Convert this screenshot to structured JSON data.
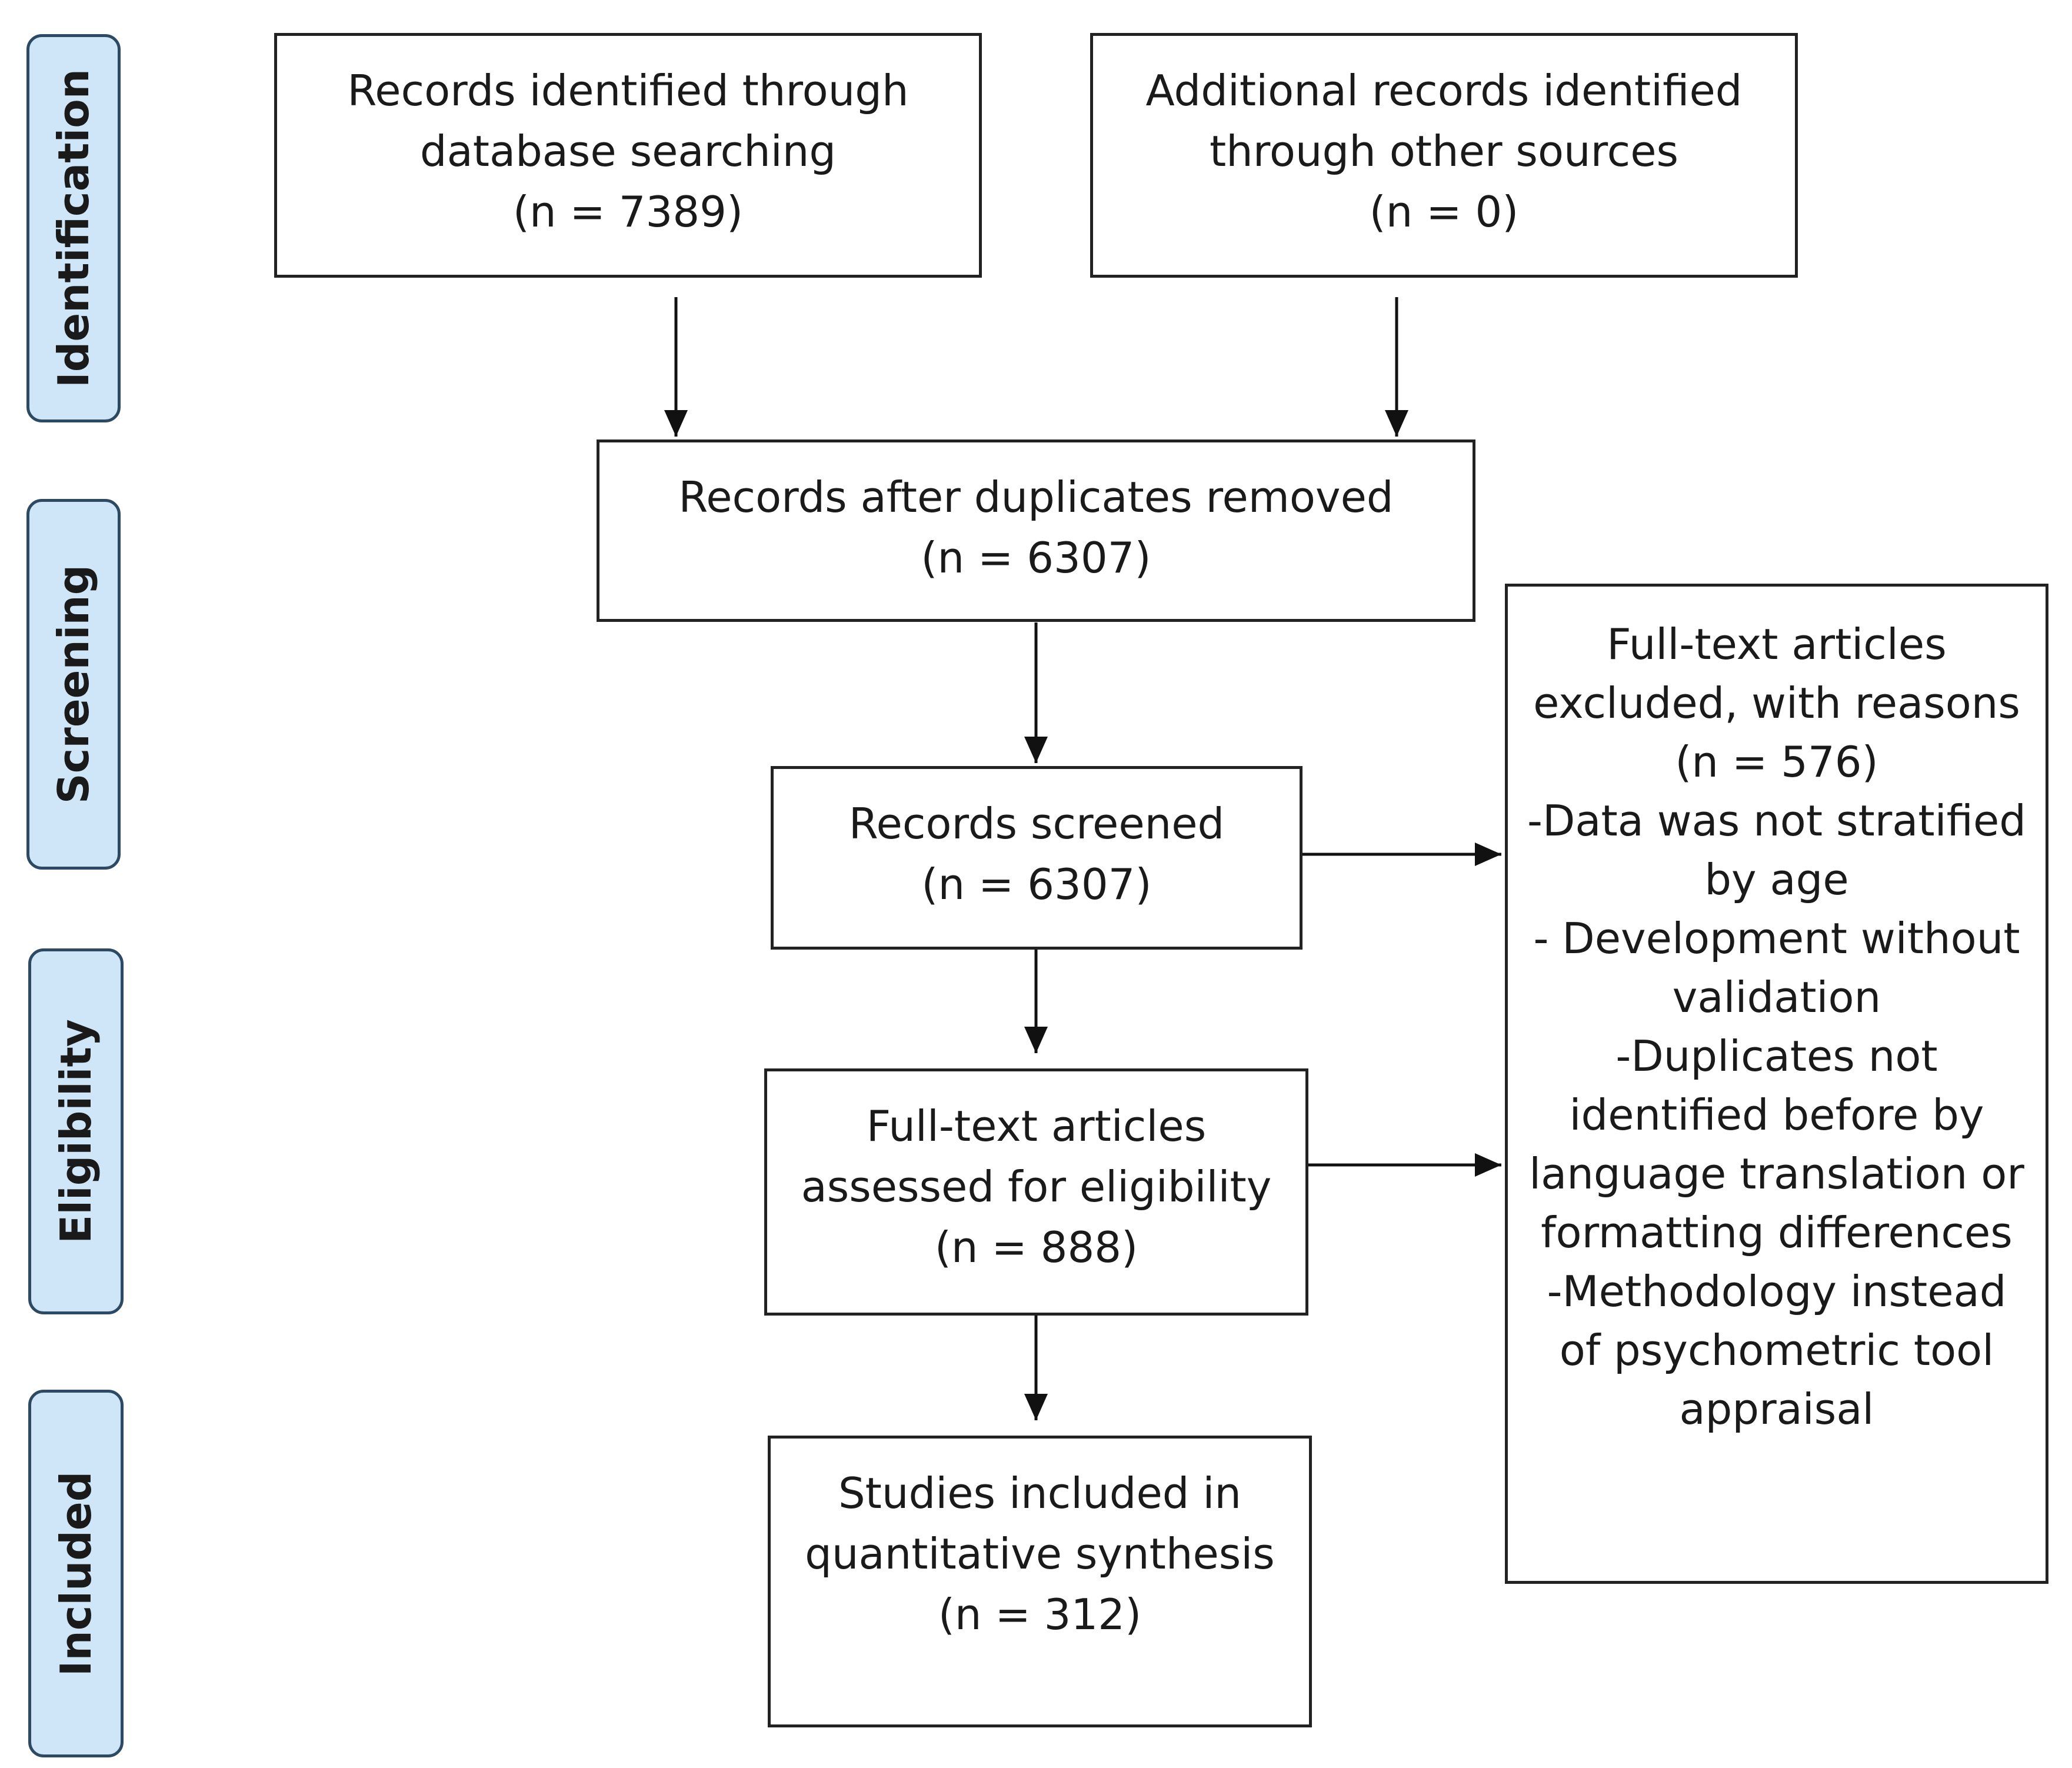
{
  "phases": {
    "identification": "Identification",
    "screening": "Screening",
    "eligibility": "Eligibility",
    "included": "Included"
  },
  "boxes": {
    "database_records": {
      "lines": [
        "Records identified through",
        "database searching",
        "(n = 7389)"
      ]
    },
    "other_sources": {
      "lines": [
        "Additional records identified",
        "through other sources",
        "(n = 0)"
      ]
    },
    "after_duplicates": {
      "lines": [
        "Records after duplicates removed",
        "(n = 6307)"
      ]
    },
    "screened": {
      "lines": [
        "Records screened",
        "(n = 6307)"
      ]
    },
    "full_text_assessed": {
      "lines": [
        "Full-text articles",
        "assessed for eligibility",
        "(n = 888)"
      ]
    },
    "included_studies": {
      "lines": [
        "Studies included in",
        "quantitative synthesis",
        "(n = 312)"
      ]
    },
    "excluded": {
      "lines": [
        "Full-text articles",
        "excluded, with reasons",
        "(n = 576)",
        "-Data was not stratified",
        "by age",
        "- Development without",
        "validation",
        "-Duplicates not",
        "identified before by",
        "language translation or",
        "formatting differences",
        "-Methodology instead",
        "of psychometric tool",
        "appraisal"
      ]
    }
  }
}
